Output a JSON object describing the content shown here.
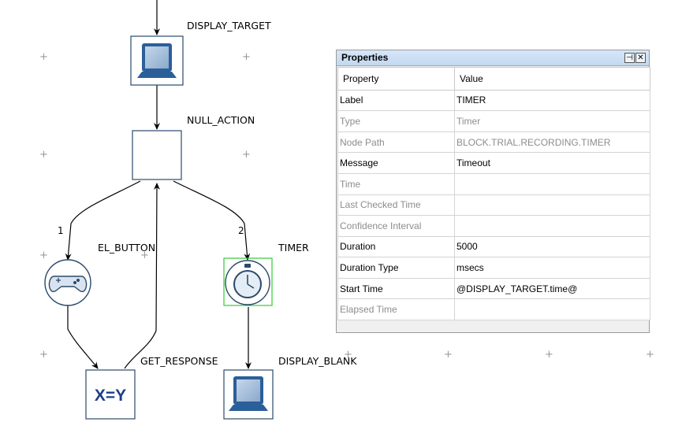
{
  "diagram": {
    "nodes": {
      "display_target": "DISPLAY_TARGET",
      "null_action": "NULL_ACTION",
      "el_button": "EL_BUTTON",
      "timer": "TIMER",
      "get_response": "GET_RESPONSE",
      "display_blank": "DISPLAY_BLANK"
    },
    "get_response_icon_text": "X=Y",
    "edge_labels": {
      "left": "1",
      "right": "2"
    },
    "grid_marker": "+"
  },
  "properties_panel": {
    "title": "Properties",
    "pin_glyph": "⊣",
    "close_glyph": "✕",
    "columns": [
      "Property",
      "Value"
    ],
    "rows": [
      {
        "property": "Label",
        "value": "TIMER",
        "editable": true
      },
      {
        "property": "Type",
        "value": "Timer",
        "editable": false
      },
      {
        "property": "Node Path",
        "value": "BLOCK.TRIAL.RECORDING.TIMER",
        "editable": false
      },
      {
        "property": "Message",
        "value": "Timeout",
        "editable": true
      },
      {
        "property": "Time",
        "value": "",
        "editable": false
      },
      {
        "property": "Last Checked Time",
        "value": "",
        "editable": false
      },
      {
        "property": "Confidence Interval",
        "value": "",
        "editable": false
      },
      {
        "property": "Duration",
        "value": "5000",
        "editable": true
      },
      {
        "property": "Duration Type",
        "value": "msecs",
        "editable": true
      },
      {
        "property": "Start Time",
        "value": "@DISPLAY_TARGET.time@",
        "editable": true
      },
      {
        "property": "Elapsed Time",
        "value": "",
        "editable": false
      }
    ]
  },
  "colors": {
    "node_border": "#2a4a6b",
    "monitor_blue": "#2b5f99",
    "selection_green": "#33cc33",
    "xy_text": "#1d3f8a"
  }
}
